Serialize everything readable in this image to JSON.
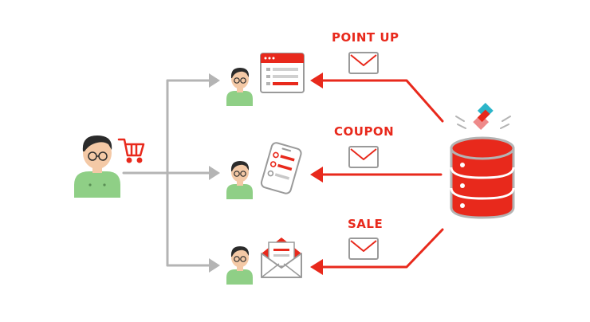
{
  "colors": {
    "accent": "#e8291c",
    "gray": "#b4b4b4",
    "skin": "#f4c9a6",
    "shirt": "#8fcf86",
    "hair": "#2b2b2b",
    "teal": "#2cb5c9",
    "pink": "#ee8a8a"
  },
  "labels": {
    "point_up": "POINT UP",
    "coupon": "COUPON",
    "sale": "SALE"
  },
  "icons": {
    "cart": "cart-icon",
    "mail": "mail-icon",
    "database": "database-icon",
    "logo": "brand-logo"
  }
}
